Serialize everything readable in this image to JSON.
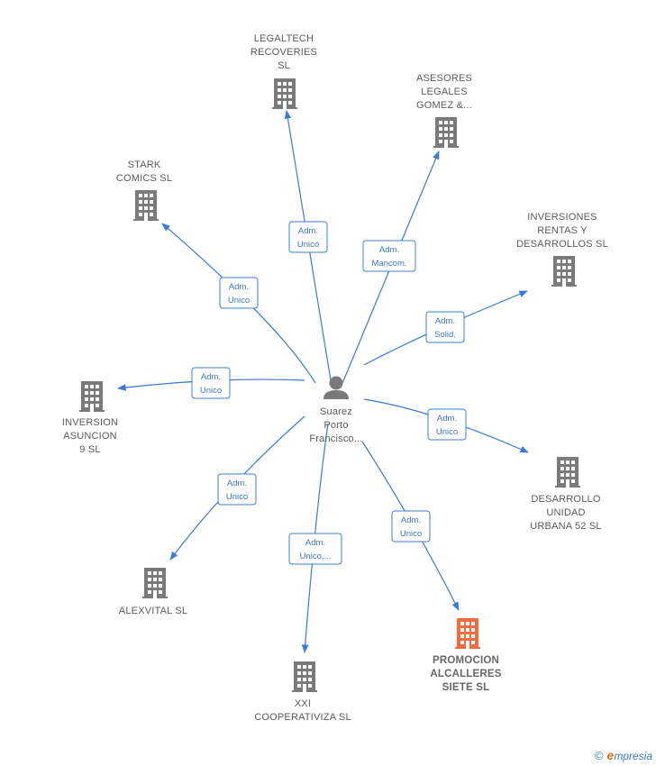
{
  "center": {
    "lines": [
      "Suarez",
      "Porto",
      "Francisco..."
    ],
    "icon": "person-icon"
  },
  "nodes": [
    {
      "id": "legaltech",
      "lines": [
        "LEGALTECH",
        "RECOVERIES",
        "SL"
      ],
      "highlight": false
    },
    {
      "id": "asesores",
      "lines": [
        "ASESORES",
        "LEGALES",
        "GOMEZ &..."
      ],
      "highlight": false
    },
    {
      "id": "stark",
      "lines": [
        "STARK",
        "COMICS  SL"
      ],
      "highlight": false
    },
    {
      "id": "inversiones",
      "lines": [
        "INVERSIONES",
        "RENTAS Y",
        "DESARROLLOS SL"
      ],
      "highlight": false
    },
    {
      "id": "inversion",
      "lines": [
        "INVERSION",
        "ASUNCION",
        "9  SL"
      ],
      "highlight": false
    },
    {
      "id": "desarrollo",
      "lines": [
        "DESARROLLO",
        "UNIDAD",
        "URBANA 52  SL"
      ],
      "highlight": false
    },
    {
      "id": "alexvital",
      "lines": [
        "ALEXVITAL  SL"
      ],
      "highlight": false
    },
    {
      "id": "xxi",
      "lines": [
        "XXI",
        "COOPERATIVIZA SL"
      ],
      "highlight": false
    },
    {
      "id": "promocion",
      "lines": [
        "PROMOCION",
        "ALCALLERES",
        "SIETE  SL"
      ],
      "highlight": true
    }
  ],
  "edges": [
    {
      "to": "legaltech",
      "label": [
        "Adm.",
        "Unico"
      ]
    },
    {
      "to": "asesores",
      "label": [
        "Adm.",
        "Mancom."
      ]
    },
    {
      "to": "stark",
      "label": [
        "Adm.",
        "Unico"
      ]
    },
    {
      "to": "inversiones",
      "label": [
        "Adm.",
        "Solid."
      ]
    },
    {
      "to": "inversion",
      "label": [
        "Adm.",
        "Unico"
      ]
    },
    {
      "to": "desarrollo",
      "label": [
        "Adm.",
        "Unico"
      ]
    },
    {
      "to": "alexvital",
      "label": [
        "Adm.",
        "Unico"
      ]
    },
    {
      "to": "xxi",
      "label": [
        "Adm.",
        "Unico,..."
      ]
    },
    {
      "to": "promocion",
      "label": [
        "Adm.",
        "Unico"
      ]
    }
  ],
  "colors": {
    "edge": "#3a7bd5",
    "building": "#7a7a7a",
    "building_highlight": "#f26a3d",
    "person": "#7a7a7a"
  },
  "watermark": {
    "copyright": "©",
    "brand_first": "e",
    "brand_rest": "mpresia"
  }
}
